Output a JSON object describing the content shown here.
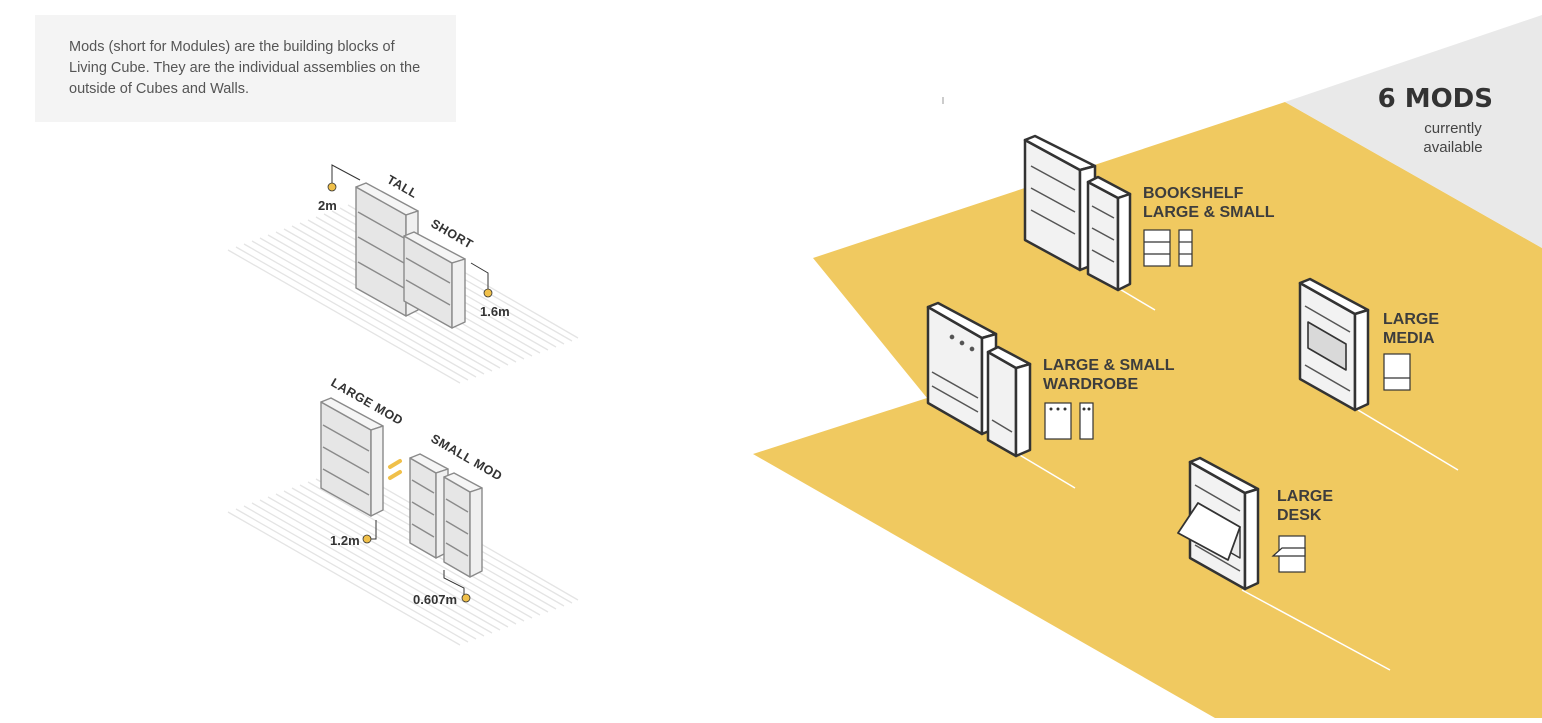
{
  "intro": {
    "text": "Mods (short for Modules) are the building blocks of Living Cube. They are the individual assemblies on the outside of Cubes and Walls."
  },
  "height_diagram": {
    "tall_label": "TALL",
    "short_label": "SHORT",
    "tall_height": "2m",
    "short_height": "1.6m"
  },
  "width_diagram": {
    "large_label": "LARGE MOD",
    "small_label": "SMALL MOD",
    "large_width": "1.2m",
    "small_width": "0.607m"
  },
  "count": {
    "number": "6 MODS",
    "line1": "currently",
    "line2": "available"
  },
  "mods": [
    {
      "line1": "BOOKSHELF",
      "line2": "LARGE & SMALL",
      "icon": "bookshelf-icon"
    },
    {
      "line1": "LARGE & SMALL",
      "line2": "WARDROBE",
      "icon": "wardrobe-icon"
    },
    {
      "line1": "LARGE",
      "line2": "MEDIA",
      "icon": "media-icon"
    },
    {
      "line1": "LARGE",
      "line2": "DESK",
      "icon": "desk-icon"
    }
  ],
  "colors": {
    "floor": "#F0C960",
    "accent": "#F0C04A",
    "outline": "#333333",
    "grey_panel": "#E9E9E9"
  }
}
